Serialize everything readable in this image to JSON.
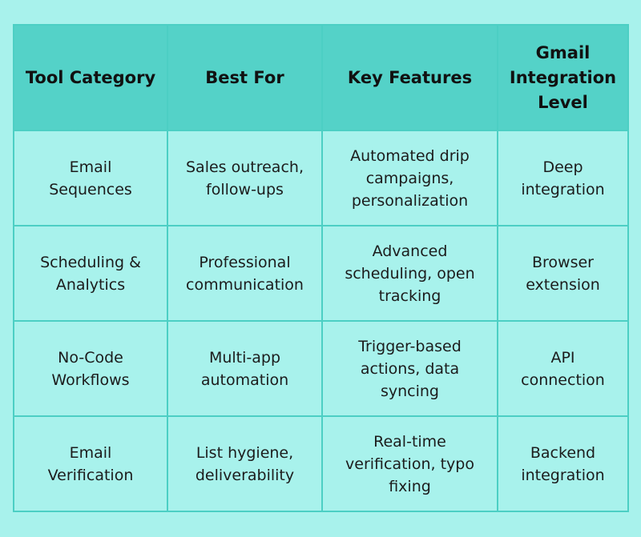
{
  "table": {
    "headers": [
      "Tool Category",
      "Best For",
      "Key Features",
      "Gmail\nIntegration\nLevel"
    ],
    "rows": [
      [
        "Email\nSequences",
        "Sales outreach,\nfollow-ups",
        "Automated drip\ncampaigns,\npersonalization",
        "Deep\nintegration"
      ],
      [
        "Scheduling &\nAnalytics",
        "Professional\ncommunication",
        "Advanced\nscheduling, open\ntracking",
        "Browser\nextension"
      ],
      [
        "No-Code\nWorkflows",
        "Multi-app\nautomation",
        "Trigger-based\nactions, data\nsyncing",
        "API\nconnection"
      ],
      [
        "Email\nVerification",
        "List hygiene,\ndeliverability",
        "Real-time\nverification, typo\nfixing",
        "Backend\nintegration"
      ]
    ]
  },
  "colors": {
    "background": "#a8f2ec",
    "header_background": "#54d2c8",
    "border": "#4ccfc4",
    "text": "#1c1c1c"
  }
}
